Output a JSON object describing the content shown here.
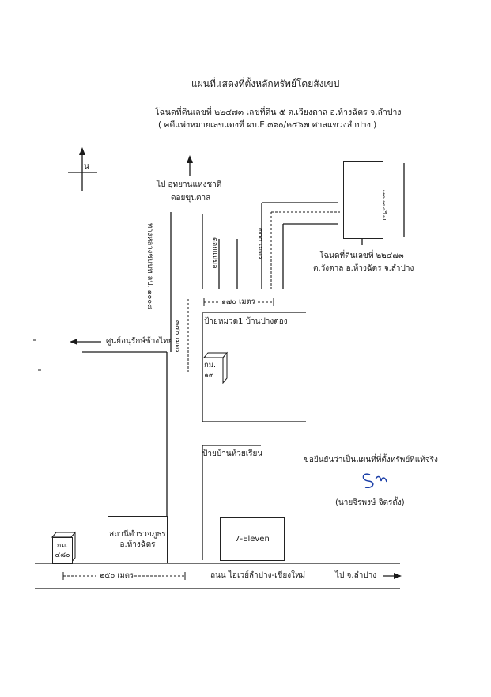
{
  "header": {
    "title": "แผนที่แสดงที่ตั้งหลักทรัพย์โดยสังเขป",
    "line1": "โฉนดที่ดินเลขที่ ๒๒๔๗๓ เลขที่ดิน ๕ ต.เวียงตาล อ.ห้างฉัตร จ.ลำปาง",
    "line2": "( คดีแพ่งหมายเลขแดงที่ ผบ.E.๓๖๐/๒๕๖๗ ศาลแขวงลำปาง )"
  },
  "compass": {
    "label": "น"
  },
  "labels": {
    "to_park": "ไป อุทยานแห่งชาติ",
    "to_park_2": "ดอยขุนตาล",
    "road_1008": "ทางหลวงชนบท ลป. ๑๐๐๘",
    "road_doiyaemor": "ดอยแม่มอ",
    "dist_300": "๓๐๐ เมตร",
    "road_railway": "ทางรถไฟ",
    "plot_label_1": "โฉนดที่ดินเลขที่ ๒๒๔๗๓",
    "plot_label_2": "ต.วังตาล อ.ห้างฉัตร จ.ลำปาง",
    "dist_170": "๑๗๐ เมตร",
    "bus_stop_1": "ป้ายหมวด1 บ้านปางตอง",
    "dist_350": "๓๕๐ เมตร",
    "elephant_center": "ศูนย์อนุรักษ์ช้างไทย",
    "km_13": "กม. ๑๓",
    "bus_stop_2": "ป้ายบ้านห้วยเรียน",
    "confirm": "ขอยืนยันว่าเป็นแผนที่ที่ตั้งทรัพย์ที่แท้จริง",
    "signer": "(นายจิรพงษ์ จิตรตั้ง)",
    "police_1": "สถานีตำรวจภูธร",
    "police_2": "อ.ห้างฉัตร",
    "seven_eleven": "7-Eleven",
    "km_480": "กม. ๔๘๐",
    "dist_250": "๒๕๐ เมตร",
    "main_road": "ถนน ไฮเวย์ลำปาง-เชียงใหม่",
    "to_lampang": "ไป จ.ลำปาง"
  },
  "colors": {
    "ink": "#1a1a1a",
    "signature": "#1b3fa8"
  }
}
